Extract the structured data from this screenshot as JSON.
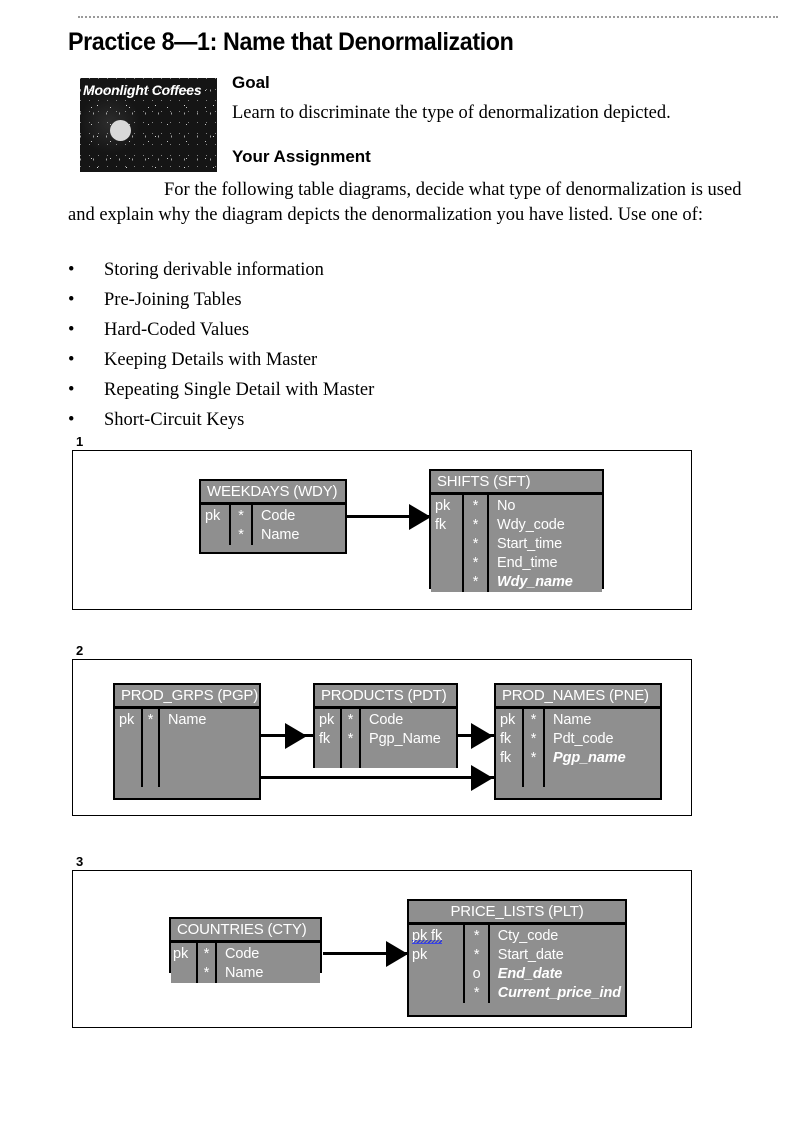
{
  "document": {
    "title": "Practice 8—1: Name that Denormalization"
  },
  "logo": {
    "caption": "Moonlight Coffees",
    "alt_name": "moonlight-coffees-night-sky-logo"
  },
  "sections": {
    "goal_heading": "Goal",
    "goal_text": "Learn to discriminate the type of denormalization depicted.",
    "assignment_heading": "Your Assignment",
    "assignment_text": "For the following table diagrams, decide what type of denormalization is used and explain why the diagram depicts the denormalization you have listed. Use one of:"
  },
  "bullets": {
    "marker": "•",
    "items": [
      "Storing derivable information",
      "Pre-Joining Tables",
      "Hard-Coded Values",
      "Keeping Details with Master",
      "Repeating Single Detail with Master",
      "Short-Circuit Keys"
    ]
  },
  "diagrams": [
    {
      "number": "1",
      "tables": [
        {
          "title": "WEEKDAYS (WDY)",
          "keys": [
            "pk",
            "",
            "",
            ""
          ],
          "mandatory": [
            "*",
            "*",
            "",
            ""
          ],
          "attributes": [
            "Code",
            "Name",
            "",
            ""
          ],
          "emphasis": [
            false,
            false,
            false,
            false
          ]
        },
        {
          "title": "SHIFTS (SFT)",
          "keys": [
            "pk",
            "fk",
            "",
            "",
            ""
          ],
          "mandatory": [
            "*",
            "*",
            "*",
            "*",
            "*"
          ],
          "attributes": [
            "No",
            "Wdy_code",
            "Start_time",
            "End_time",
            "Wdy_name"
          ],
          "emphasis": [
            false,
            false,
            false,
            false,
            true
          ]
        }
      ]
    },
    {
      "number": "2",
      "tables": [
        {
          "title": "PROD_GRPS (PGP)",
          "keys": [
            "pk",
            "",
            "",
            "",
            ""
          ],
          "mandatory": [
            "*",
            "",
            "",
            "",
            ""
          ],
          "attributes": [
            "Name",
            "",
            "",
            "",
            ""
          ],
          "emphasis": [
            false,
            false,
            false,
            false,
            false
          ]
        },
        {
          "title": "PRODUCTS (PDT)",
          "keys": [
            "pk",
            "fk",
            ""
          ],
          "mandatory": [
            "*",
            "*",
            ""
          ],
          "attributes": [
            "Code",
            "Pgp_Name",
            ""
          ],
          "emphasis": [
            false,
            false,
            false
          ]
        },
        {
          "title": "PROD_NAMES (PNE)",
          "keys": [
            "pk",
            "fk",
            "fk",
            "",
            ""
          ],
          "mandatory": [
            "*",
            "*",
            "*",
            "",
            ""
          ],
          "attributes": [
            "Name",
            "Pdt_code",
            "Pgp_name",
            "",
            ""
          ],
          "emphasis": [
            false,
            false,
            true,
            false,
            false
          ]
        }
      ]
    },
    {
      "number": "3",
      "tables": [
        {
          "title": "COUNTRIES (CTY)",
          "keys": [
            "pk",
            "",
            ""
          ],
          "mandatory": [
            "*",
            "*",
            ""
          ],
          "attributes": [
            "Code",
            "Name",
            ""
          ],
          "emphasis": [
            false,
            false,
            false
          ]
        },
        {
          "title": "PRICE_LISTS (PLT)",
          "keys": [
            "pk fk",
            "pk",
            "",
            "",
            ""
          ],
          "keys_misspelled": [
            true,
            false,
            false,
            false,
            false
          ],
          "mandatory": [
            "*",
            "*",
            "o",
            "*",
            ""
          ],
          "attributes": [
            "Cty_code",
            "Start_date",
            "End_date",
            "Current_price_ind",
            ""
          ],
          "emphasis": [
            false,
            false,
            true,
            true,
            false
          ]
        }
      ]
    }
  ],
  "colors": {
    "table_fill": "#8f8f8f",
    "table_text": "#ffffff",
    "border": "#000000",
    "spellcheck_underline": "#3a44e8",
    "rule": "#9a9a9a"
  }
}
